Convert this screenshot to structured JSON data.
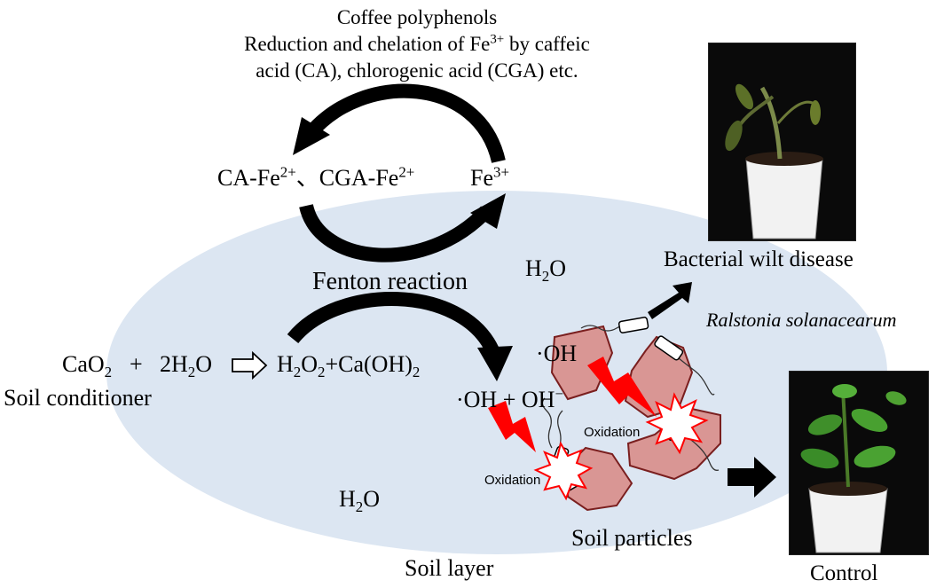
{
  "header": {
    "line1": "Coffee polyphenols",
    "line2_pre": "Reduction and chelation of Fe",
    "line2_sup": "3+",
    "line2_post": " by caffeic",
    "line3": "acid (CA), chlorogenic acid (CGA) etc."
  },
  "cycle": {
    "left_pre": "CA-Fe",
    "left_sup1": "2+",
    "left_mid": "、CGA-Fe",
    "left_sup2": "2+",
    "right_pre": "Fe",
    "right_sup": "3+",
    "fenton": "Fenton reaction"
  },
  "equation": {
    "cao": "CaO",
    "cao_sub": "2",
    "plus1": "+",
    "h2o": "2H",
    "h2o_sub": "2",
    "h2o_post": "O",
    "h2o2": "H",
    "h2o2_sub1": "2",
    "h2o2_mid": "O",
    "h2o2_sub2": "2",
    "caoh2": "+Ca(OH)",
    "caoh2_sub": "2",
    "soil_conditioner": "Soil conditioner"
  },
  "radicals": {
    "oh_plus": "·OH + OH",
    "oh_plus_sup": "−",
    "oh_top": "·OH"
  },
  "water": {
    "h2o_top": "H",
    "h2o_top_sub": "2",
    "h2o_top_post": "O",
    "h2o_bottom": "H",
    "h2o_bottom_sub": "2",
    "h2o_bottom_post": "O"
  },
  "labels": {
    "oxidation1": "Oxidation",
    "oxidation2": "Oxidation",
    "soil_particles": "Soil particles",
    "soil_layer": "Soil layer",
    "ralstonia": "Ralstonia solanacearum",
    "bacterial_wilt": "Bacterial wilt disease",
    "control": "Control"
  },
  "colors": {
    "soil_ellipse": "#dce6f2",
    "particle_fill": "#d99694",
    "particle_stroke": "#7a1f1f",
    "bolt": "#ff0000",
    "arrow": "#000000"
  }
}
